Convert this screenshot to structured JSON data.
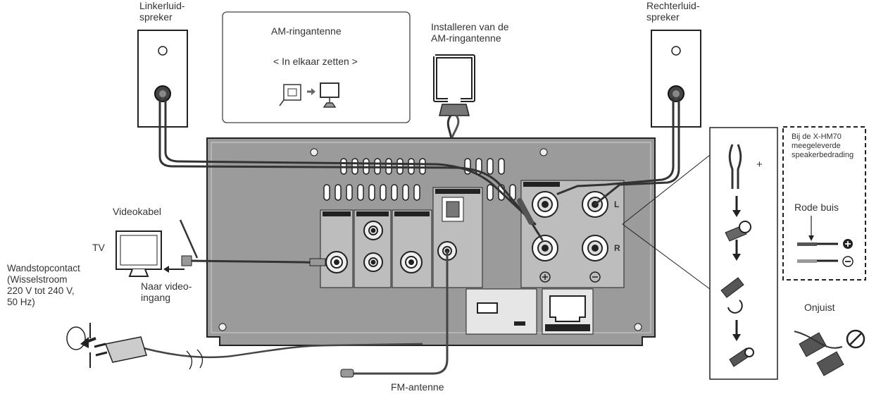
{
  "labels": {
    "left_speaker": "Linkerluid-\nspreker",
    "right_speaker": "Rechterluid-\nspreker",
    "am_box_title": "AM-ringantenne",
    "am_box_sub": "< In elkaar zetten >",
    "am_install": "Installeren van de\nAM-ringantenne",
    "video_cable": "Videokabel",
    "tv": "TV",
    "to_video_input": "Naar video-\ningang",
    "wall_outlet": "Wandstopcontact\n(Wisselstroom\n220 V tot 240 V,\n50 Hz)",
    "fm_antenna": "FM-antenne",
    "xhm70_note": "Bij de X-HM70\nmeegeleverde\nspeakerbedrading",
    "red_tube": "Rode buis",
    "incorrect": "Onjuist",
    "plus": "+",
    "L": "L",
    "R": "R"
  }
}
